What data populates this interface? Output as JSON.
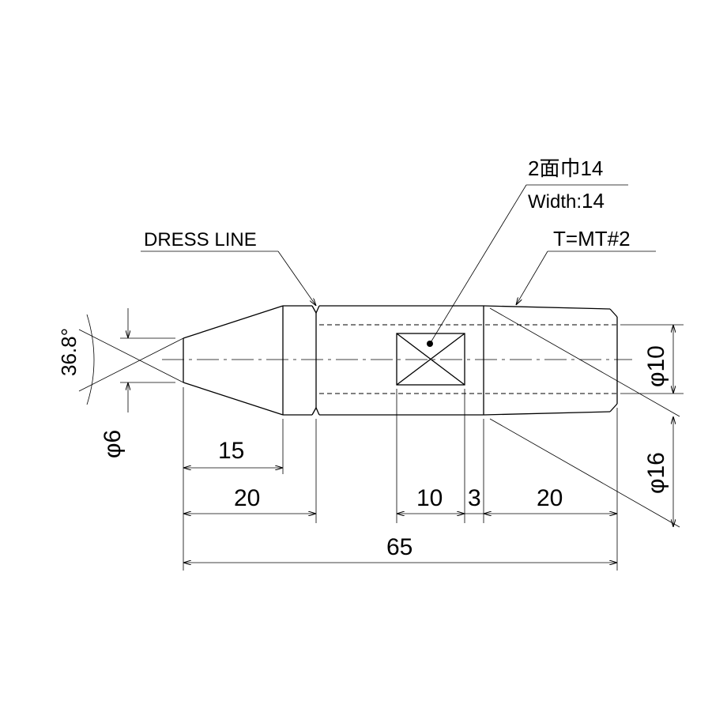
{
  "labels": {
    "width_jp": "2面巾14",
    "width_en_prefix": "Width:",
    "width_en_value": "14",
    "taper": "T=MT#2",
    "dress_line": "DRESS LINE",
    "angle": "36.8°",
    "tip_dia": "φ6",
    "bore_dia": "φ10",
    "body_dia": "φ16"
  },
  "dimensions": {
    "d15": "15",
    "d20_left": "20",
    "d10": "10",
    "d3": "3",
    "d20_right": "20",
    "d65": "65"
  },
  "colors": {
    "line": "#000000",
    "background": "#ffffff"
  }
}
